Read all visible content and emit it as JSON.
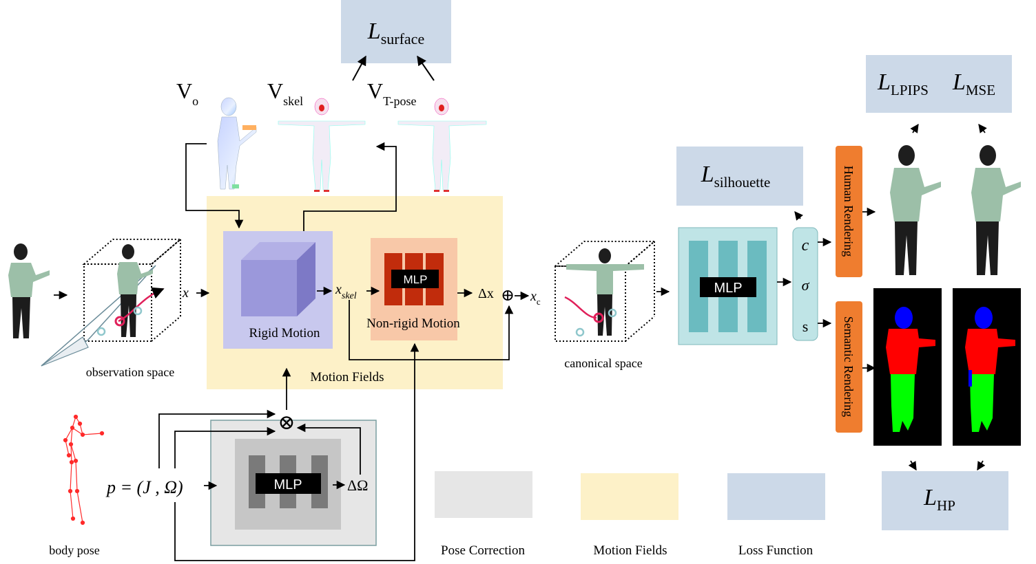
{
  "losses": {
    "surface": {
      "main": "L",
      "sub": "surface"
    },
    "lpips": {
      "main": "L",
      "sub": "LPIPS"
    },
    "mse": {
      "main": "L",
      "sub": "MSE"
    },
    "silhouette": {
      "main": "L",
      "sub": "silhouette"
    },
    "hp": {
      "main": "L",
      "sub": "HP"
    }
  },
  "vertices": {
    "vo": {
      "main": "V",
      "sub": "o"
    },
    "vskel": {
      "main": "V",
      "sub": "skel"
    },
    "vtpose": {
      "main": "V",
      "sub": "T-pose"
    }
  },
  "symbols": {
    "x": "x",
    "xskel_main": "x",
    "xskel_sub": "skel",
    "delta_x": "Δx",
    "oplus": "⊕",
    "xc_main": "x",
    "xc_sub": "c",
    "otimes": "⊗",
    "delta_omega": "ΔΩ",
    "pose_formula": "p = (J , Ω)",
    "c": "c",
    "sigma": "σ",
    "s": "s"
  },
  "blocks": {
    "rigid_motion": "Rigid Motion",
    "mlp_nonrigid": "MLP",
    "non_rigid_motion": "Non-rigid Motion",
    "motion_fields": "Motion Fields",
    "mlp_canonical": "MLP",
    "mlp_pose": "MLP",
    "human_rendering": "Human Rendering",
    "semantic_rendering": "Semantic Rendering"
  },
  "captions": {
    "observation_space": "observation space",
    "canonical_space": "canonical space",
    "body_pose": "body pose"
  },
  "legend": [
    {
      "label": "Pose Correction",
      "color": "#e6e6e6"
    },
    {
      "label": "Motion Fields",
      "color": "#fdf1c8"
    },
    {
      "label": "Loss Function",
      "color": "#ccd9e8"
    }
  ],
  "colors": {
    "loss_box": "#ccd9e8",
    "motion_fields": "#fdf1c8",
    "rigid_box": "#c8c8ee",
    "cube": "#9b98db",
    "nonrigid_box": "#f8c8a8",
    "mlp_bar_red": "#c12c0c",
    "teal_box": "#bfe4e6",
    "teal_bar": "#6bbbc0",
    "render_orange": "#ef7d2f",
    "seg_head": "#0000ff",
    "seg_torso": "#ff0000",
    "seg_legs": "#00ff00"
  }
}
